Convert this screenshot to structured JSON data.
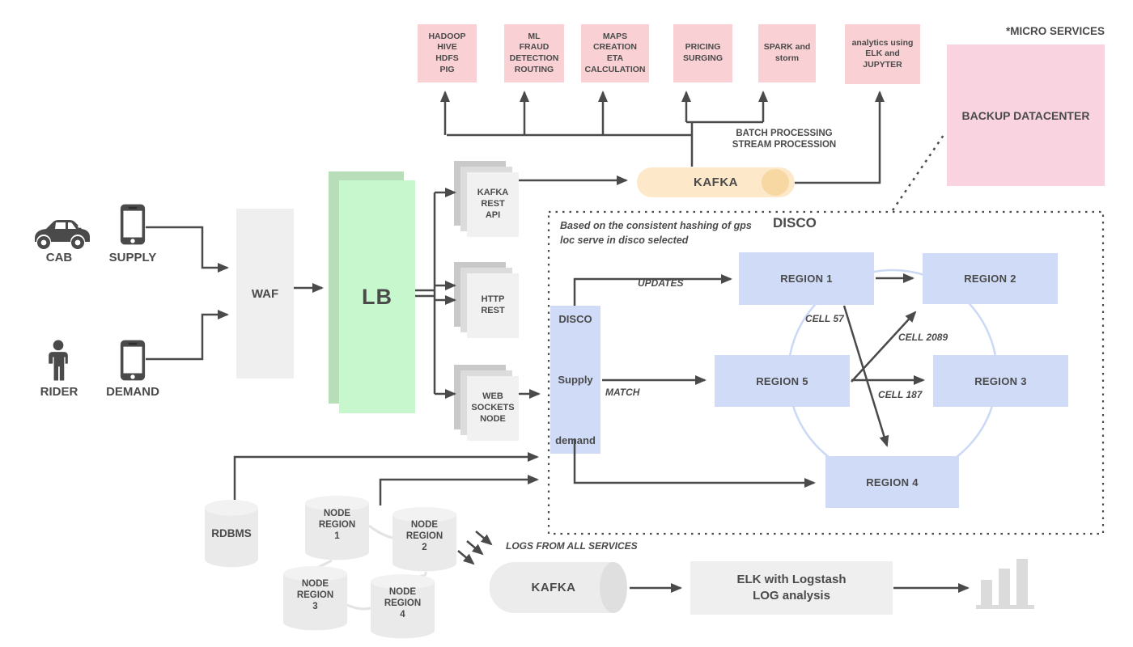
{
  "top_services": {
    "boxes": [
      {
        "label": "HADOOP\nHIVE\nHDFS\nPIG"
      },
      {
        "label": "ML\nFRAUD\nDETECTION\nROUTING"
      },
      {
        "label": "MAPS\nCREATION\nETA\nCALCULATION"
      },
      {
        "label": "PRICING\nSURGING"
      },
      {
        "label": "SPARK and\nstorm"
      },
      {
        "label": "analytics using\nELK and\nJUPYTER"
      }
    ],
    "batch_label": "BATCH PROCESSING\nSTREAM PROCESSION"
  },
  "micro_services": {
    "title": "*MICRO SERVICES",
    "backup_label": "BACKUP DATACENTER"
  },
  "ingress": {
    "cab_label": "CAB",
    "supply_label": "SUPPLY",
    "rider_label": "RIDER",
    "demand_label": "DEMAND",
    "waf_label": "WAF",
    "lb_label": "LB"
  },
  "api_layer": {
    "stacks": [
      {
        "label": "KAFKA\nREST\nAPI"
      },
      {
        "label": "HTTP\nREST"
      },
      {
        "label": "WEB\nSOCKETS\nNODE"
      }
    ]
  },
  "kafka_pipeline": {
    "pill_label": "KAFKA"
  },
  "disco": {
    "title": "DISCO",
    "note": "Based on the consistent hashing of gps\nloc serve in disco selected",
    "gateway": {
      "top": "DISCO",
      "middle": "Supply",
      "bottom": "demand"
    },
    "regions": {
      "r1": "REGION 1",
      "r2": "REGION 2",
      "r3": "REGION 3",
      "r4": "REGION 4",
      "r5": "REGION 5"
    },
    "edge_labels": {
      "updates": "UPDATES",
      "match": "MATCH",
      "cell57": "CELL 57",
      "cell2089": "CELL 2089",
      "cell187": "CELL 187"
    }
  },
  "storage": {
    "rdbms_label": "RDBMS",
    "nodes": [
      {
        "label": "NODE\nREGION\n1"
      },
      {
        "label": "NODE\nREGION\n2"
      },
      {
        "label": "NODE\nREGION\n3"
      },
      {
        "label": "NODE\nREGION\n4"
      }
    ]
  },
  "logging": {
    "logs_label": "LOGS FROM ALL SERVICES",
    "kafka_label": "KAFKA",
    "elk_label": "ELK with Logstash\nLOG analysis"
  },
  "colors": {
    "pink_box": "#F9D1D4",
    "backup_pink": "#FAD3E1",
    "green_front": "#C7F7CD",
    "green_back": "#B7DDB9",
    "blue_box": "#CFDBF7",
    "circle_stroke": "#CBD9F6",
    "pill_fill": "#FDE9CA",
    "pill_knob": "#F7D8A3",
    "grey_box": "#EFEFEF",
    "line": "#4A4A4A",
    "text": "#4A4A4A"
  }
}
